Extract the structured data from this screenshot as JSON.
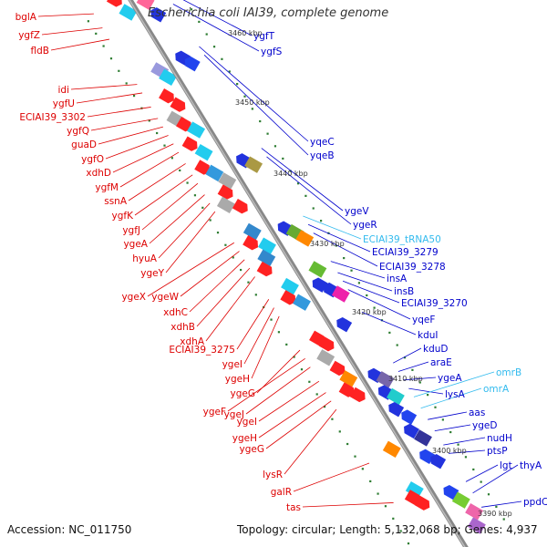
{
  "title": "Escherichia coli IAI39, complete genome",
  "footer": {
    "accession": "Accession: NC_011750",
    "topology": "Topology: circular; Length: 5,132,068 bp; Genes: 4,937"
  },
  "colors": {
    "left_strand_label": "#dd0000",
    "right_strand_label": "#0000cc",
    "rna_label": "#33bbee",
    "backbone": "#888888",
    "tick": "#2e7d32"
  },
  "scale_labels": [
    "3460 kbp",
    "3450 kbp",
    "3440 kbp",
    "3430 kbp",
    "3420 kbp",
    "3410 kbp",
    "3400 kbp",
    "3390 kbp"
  ],
  "left_labels": [
    "bglA",
    "ygfZ",
    "fldB",
    "idi",
    "ygfU",
    "ECIAI39_3302",
    "ygfQ",
    "guaD",
    "ygfO",
    "xdhD",
    "ygfM",
    "ssnA",
    "ygfK",
    "ygfJ",
    "ygeA",
    "hyuA",
    "ygeY",
    "ygeX",
    "ygeW",
    "xdhC",
    "xdhB",
    "xdhA",
    "ECIAI39_3275",
    "ygeI",
    "ygeH",
    "ygeG",
    "ygeF",
    "ygeJ",
    "ygeI",
    "ygeH",
    "ygeG",
    "lysR",
    "galR",
    "tas"
  ],
  "right_labels": [
    "ygfT",
    "ygfS",
    "yqeC",
    "yqeB",
    "ygeV",
    "ygeR",
    "ECIAI39_tRNA50",
    "ECIAI39_3279",
    "ECIAI39_3278",
    "insA",
    "insB",
    "ECIAI39_3270",
    "yqeF",
    "kduI",
    "kduD",
    "araE",
    "ygeA",
    "lysA",
    "omrB",
    "omrA",
    "aas",
    "ygeD",
    "nudH",
    "ptsP",
    "lgt",
    "thyA",
    "ppdC"
  ]
}
